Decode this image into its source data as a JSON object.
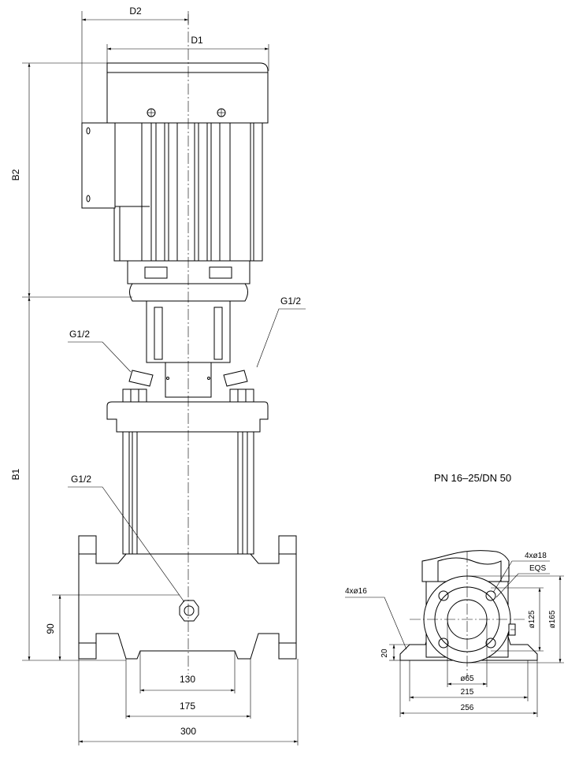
{
  "dimensions": {
    "d2": "D2",
    "d1": "D1",
    "b2": "B2",
    "b1": "B1",
    "h90": "90",
    "w130": "130",
    "w175": "175",
    "w300": "300"
  },
  "ports": {
    "left_vent": "G1/2",
    "right_vent": "G1/2",
    "drain": "G1/2"
  },
  "flange_view": {
    "title": "PN 16–25/DN 50",
    "bolt_holes": "4xø18",
    "eqs": "EQS",
    "base_holes": "4xø16",
    "d125": "ø125",
    "d165": "ø165",
    "d65": "ø65",
    "h20": "20",
    "w215": "215",
    "w256": "256"
  }
}
